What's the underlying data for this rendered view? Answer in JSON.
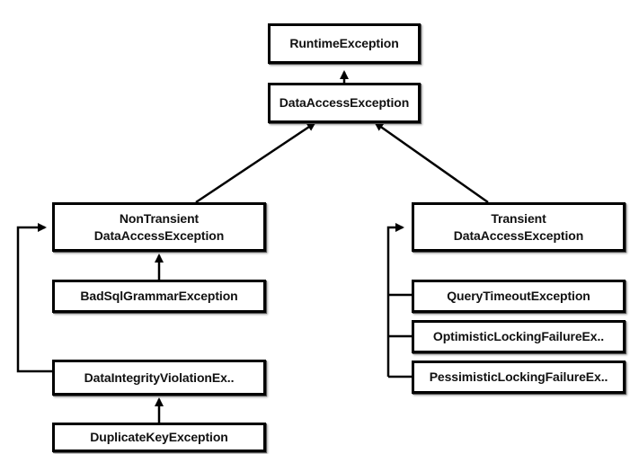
{
  "nodes": {
    "runtime": {
      "lines": [
        "RuntimeException"
      ]
    },
    "data_access": {
      "lines": [
        "DataAccessException"
      ]
    },
    "non_transient": {
      "lines": [
        "NonTransient",
        "DataAccessException"
      ]
    },
    "transient": {
      "lines": [
        "Transient",
        "DataAccessException"
      ]
    },
    "bad_sql_grammar": {
      "lines": [
        "BadSqlGrammarException"
      ]
    },
    "data_integrity_violation": {
      "lines": [
        "DataIntegrityViolationEx.."
      ]
    },
    "duplicate_key": {
      "lines": [
        "DuplicateKeyException"
      ]
    },
    "query_timeout": {
      "lines": [
        "QueryTimeoutException"
      ]
    },
    "optimistic_locking": {
      "lines": [
        "OptimisticLockingFailureEx.."
      ]
    },
    "pessimistic_locking": {
      "lines": [
        "PessimisticLockingFailureEx.."
      ]
    }
  },
  "edges": [
    {
      "from": "data_access",
      "to": "runtime"
    },
    {
      "from": "non_transient",
      "to": "data_access"
    },
    {
      "from": "transient",
      "to": "data_access"
    },
    {
      "from": "bad_sql_grammar",
      "to": "non_transient"
    },
    {
      "from": "data_integrity_violation",
      "to": "non_transient"
    },
    {
      "from": "duplicate_key",
      "to": "data_integrity_violation"
    },
    {
      "from": "query_timeout",
      "to": "transient"
    },
    {
      "from": "optimistic_locking",
      "to": "transient"
    },
    {
      "from": "pessimistic_locking",
      "to": "transient"
    }
  ]
}
